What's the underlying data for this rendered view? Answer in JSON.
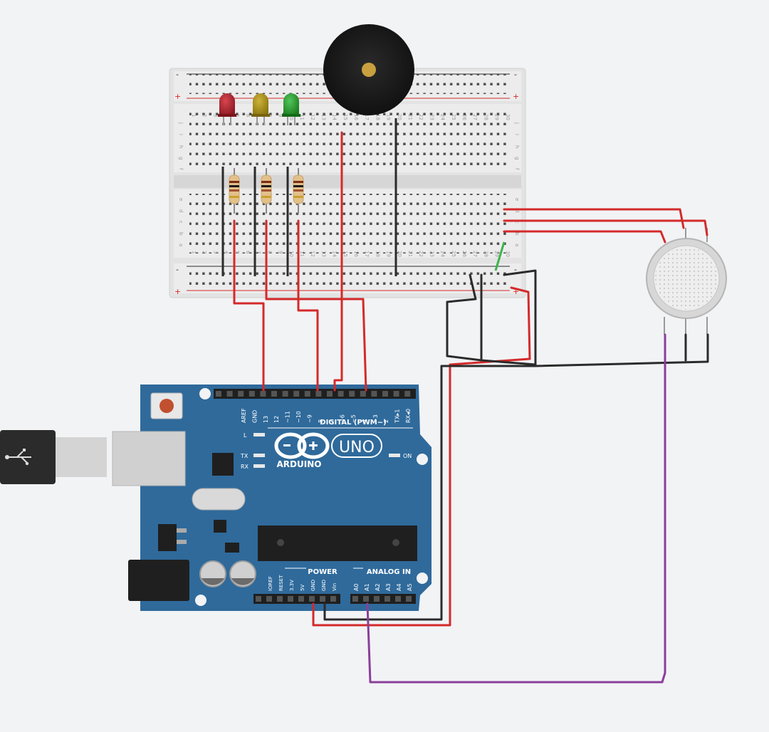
{
  "breadboard": {
    "rail_minus": "-",
    "rail_plus": "+",
    "row_letters_top": [
      "f",
      "g",
      "h",
      "i",
      "j"
    ],
    "row_letters_bottom": [
      "a",
      "b",
      "c",
      "d",
      "e"
    ],
    "column_numbers": [
      "1",
      "2",
      "3",
      "4",
      "5",
      "6",
      "7",
      "8",
      "9",
      "10",
      "11",
      "12",
      "13",
      "14",
      "15",
      "16",
      "17",
      "18",
      "19",
      "20",
      "21",
      "22",
      "23",
      "24",
      "25",
      "26",
      "27",
      "28",
      "29",
      "30"
    ]
  },
  "leds": [
    {
      "color_name": "red",
      "color": "#b3202a"
    },
    {
      "color_name": "yellow",
      "color": "#b09618"
    },
    {
      "color_name": "green",
      "color": "#2aa12c"
    }
  ],
  "arduino": {
    "brand": "ARDUINO",
    "model": "UNO",
    "digital_header": "DIGITAL (PWM~)",
    "digital_pins": [
      "AREF",
      "GND",
      "13",
      "12",
      "~11",
      "~10",
      "~9",
      "8",
      "7",
      "~6",
      "~5",
      "4",
      "~3",
      "2",
      "TX▸1",
      "RX◂0"
    ],
    "power_header": "POWER",
    "power_pins": [
      "IOREF",
      "RESET",
      "3.3V",
      "5V",
      "GND",
      "GND",
      "Vin"
    ],
    "analog_header": "ANALOG IN",
    "analog_pins": [
      "A0",
      "A1",
      "A2",
      "A3",
      "A4",
      "A5"
    ],
    "led_l": "L",
    "led_tx": "TX",
    "led_rx": "RX",
    "led_on": "ON",
    "board_color": "#2f6a9b"
  },
  "wire_colors": {
    "red": "#d42a2a",
    "black": "#2b2b2b",
    "purple": "#8a3f9a",
    "green": "#3bb34a"
  }
}
